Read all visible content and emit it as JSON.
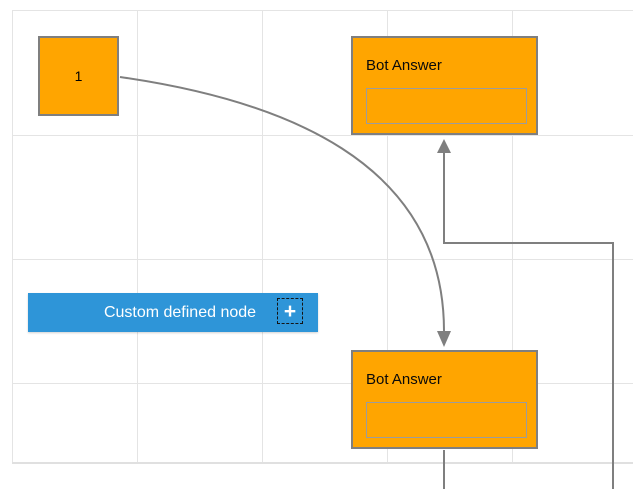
{
  "diagram": {
    "nodes": {
      "start_node": {
        "label": "1",
        "fill": "#FFA500"
      },
      "bot_answer_top": {
        "title": "Bot Answer",
        "field_value": "",
        "fill": "#FFA500"
      },
      "bot_answer_bottom": {
        "title": "Bot Answer",
        "field_value": "",
        "fill": "#FFA500"
      },
      "custom_node": {
        "label": "Custom defined node",
        "plus_icon": "+",
        "fill": "#2E95D8"
      }
    },
    "connectors": {
      "curved": "start_node -> bot_answer_bottom",
      "orthogonal": "bot_answer_bottom -> bot_answer_top"
    },
    "colors": {
      "node_orange": "#FFA500",
      "node_blue": "#2E95D8",
      "node_border": "#7F7F7F",
      "connector": "#7F7F7F",
      "grid_line": "#E4E4E4",
      "canvas_bg": "#FFFFFF"
    }
  }
}
